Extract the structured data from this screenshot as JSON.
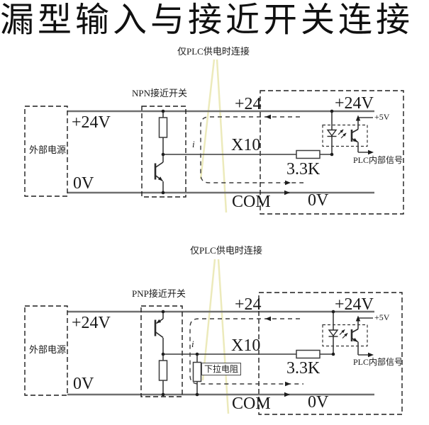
{
  "title": "漏型输入与接近开关连接",
  "diagrams": [
    {
      "callout": "仅PLC供电时连接",
      "switch_name": "NPN接近开关",
      "external_power": "外部电源",
      "supply_positive": "+24V",
      "supply_negative": "0V",
      "wire_24": "+24",
      "current_symbol": "i",
      "input_terminal": "X10",
      "input_resistor": "3.3K",
      "com_terminal": "COM",
      "plc_24v": "+24V",
      "plc_5v": "+5V",
      "plc_0v": "0V",
      "internal_signal": "PLC内部信号"
    },
    {
      "callout": "仅PLC供电时连接",
      "switch_name": "PNP接近开关",
      "external_power": "外部电源",
      "supply_positive": "+24V",
      "supply_negative": "0V",
      "wire_24": "+24",
      "current_symbol": "i",
      "input_terminal": "X10",
      "pulldown_resistor": "下拉电阻",
      "input_resistor": "3.3K",
      "com_terminal": "COM",
      "plc_24v": "+24V",
      "plc_5v": "+5V",
      "plc_0v": "0V",
      "internal_signal": "PLC内部信号"
    }
  ]
}
